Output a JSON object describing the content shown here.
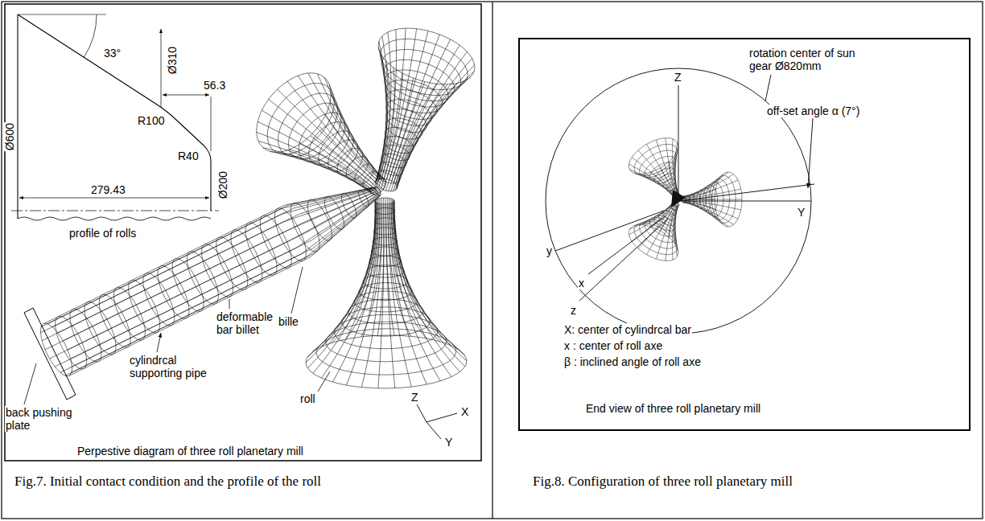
{
  "diagram": {
    "labels": [
      "Ø600",
      "33°",
      "Ø310",
      "56.3",
      "R100",
      "R40",
      "279.43",
      "Ø200",
      "profile of rolls",
      "deformable bar billet",
      "back pushing plate",
      "cylindrcal supporting pipe",
      "bille",
      "roll",
      "Perpestive diagram of three roll planetary mill",
      "Z",
      "X",
      "Y",
      "Z",
      "rotation center of sun gear Ø820mm",
      "off-set angle α (7°)",
      "Y",
      "y",
      "x",
      "z",
      "X: center of cylindrcal bar",
      "x : center of roll axe",
      "β : inclined angle of roll axe",
      "End view of three roll planetary mill",
      "Fig.7. Initial contact condition and the profile of the roll",
      "Fig.8. Configuration of three roll planetary mill"
    ]
  }
}
